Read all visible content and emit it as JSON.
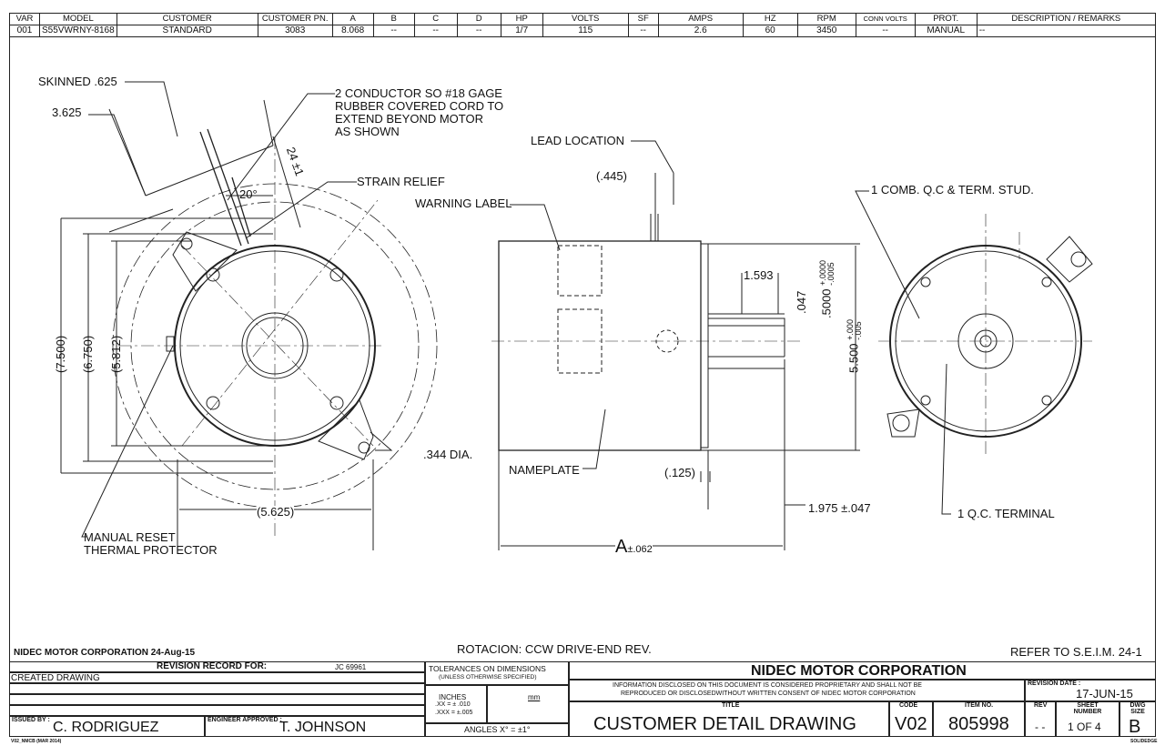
{
  "header_table": {
    "columns": [
      "VAR",
      "MODEL",
      "CUSTOMER",
      "CUSTOMER PN.",
      "A",
      "B",
      "C",
      "D",
      "HP",
      "VOLTS",
      "SF",
      "AMPS",
      "HZ",
      "RPM",
      "CONN VOLTS",
      "PROT.",
      "DESCRIPTION / REMARKS"
    ],
    "row": [
      "001",
      "S55VWRNY-8168",
      "STANDARD",
      "3083",
      "8.068",
      "--",
      "--",
      "--",
      "1/7",
      "115",
      "--",
      "2.6",
      "60",
      "3450",
      "--",
      "MANUAL",
      "--"
    ]
  },
  "callouts": {
    "skinned": "SKINNED .625",
    "length_3625": "3.625",
    "cord_line1": "2 CONDUCTOR SO #18 GAGE",
    "cord_line2": "RUBBER COVERED CORD TO",
    "cord_line3": "EXTEND BEYOND MOTOR",
    "cord_line4": "AS SHOWN",
    "lead_location": "LEAD LOCATION",
    "dim_445": "(.445)",
    "strain_relief": "STRAIN RELIEF",
    "angle_20": "20°",
    "cord_len": "24 ±1",
    "warning_label": "WARNING LABEL",
    "comb_qc": "1 COMB. Q.C  & TERM. STUD.",
    "dim_1593": "1.593",
    "shaft_dia": ".5000",
    "shaft_tol_plus": "+.0000",
    "shaft_tol_minus": "-.0005",
    "flat_047": ".047",
    "body_dia": "5.500",
    "body_tol_plus": "+.000",
    "body_tol_minus": "-.005",
    "dim_7500": "(7.500)",
    "dim_6750": "(6.750)",
    "dim_5812": "(5.812)",
    "hole_dia": ".344 DIA.",
    "nameplate": "NAMEPLATE",
    "dim_125": "(.125)",
    "shaft_len": "1.975 ±.047",
    "qc_terminal": "1 Q.C. TERMINAL",
    "dim_5625": "(5.625)",
    "thermal_line1": "MANUAL RESET",
    "thermal_line2": "THERMAL PROTECTOR",
    "dim_a": "A",
    "dim_a_tol": "±.062"
  },
  "footer": {
    "company_date": "NIDEC MOTOR CORPORATION 24-Aug-15",
    "rotation": "ROTACION: CCW DRIVE-END REV.",
    "refer": "REFER TO S.E.I.M. 24-1",
    "revision_record": "REVISION RECORD FOR:",
    "jc": "JC 69961",
    "created": "CREATED DRAWING",
    "issued_by_label": "ISSUED BY :",
    "issued_by": "C. RODRIGUEZ",
    "engineer_label": "ENGINEER APPROVED :",
    "engineer": "T. JOHNSON",
    "tol_title": "TOLERANCES ON DIMENSIONS",
    "tol_sub": "(UNLESS OTHERWISE SPECIFIED)",
    "inches": "INCHES",
    "tol_xx": ".XX = ± .010",
    "tol_xxx": ".XXX = ±.005",
    "mm": "mm",
    "angles": "ANGLES  X° = ±1°",
    "company": "NIDEC MOTOR CORPORATION",
    "info1": "INFORMATION DISCLOSED ON THIS DOCUMENT IS CONSIDERED PROPRIETARY AND SHALL NOT BE",
    "info2": "REPRODUCED OR DISCLOSEDWITHOUT WRITTEN CONSENT OF NIDEC MOTOR CORPORATION",
    "rev_date_label": "REVISION DATE :",
    "rev_date": "17-JUN-15",
    "title_label": "TITLE",
    "title": "CUSTOMER  DETAIL  DRAWING",
    "code_label": "CODE",
    "code": "V02",
    "item_label": "ITEM NO.",
    "item": "805998",
    "rev_label": "REV",
    "rev": "- -",
    "sheet_label": "SHEET NUMBER",
    "sheet": "1  OF  4",
    "dwg_label": "DWG SIZE",
    "dwg": "B",
    "form": "V02_NMCB (MAR 2014)",
    "cad": "SOLIDEDGE"
  }
}
